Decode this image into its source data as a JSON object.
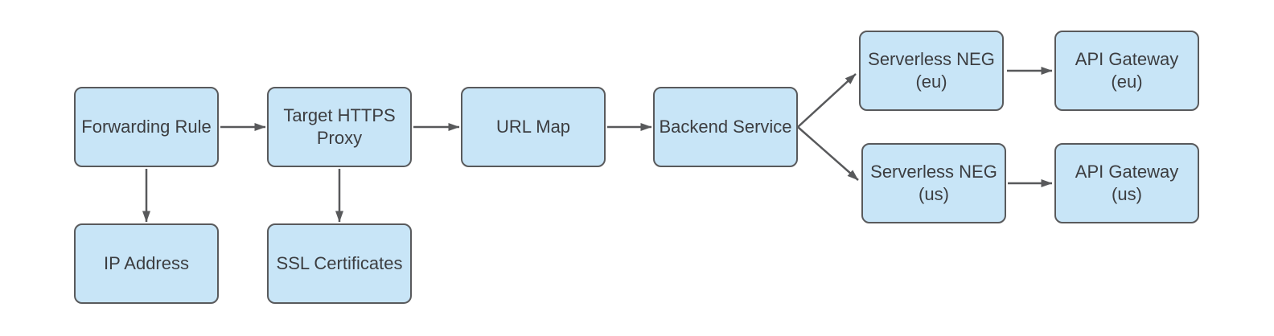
{
  "diagram": {
    "colors": {
      "node_fill": "#C8E5F7",
      "node_border": "#595A5C",
      "arrow": "#58595B",
      "text": "#3C3D40",
      "background": "#FFFFFF"
    },
    "nodes": {
      "forwarding_rule": {
        "label": "Forwarding Rule"
      },
      "target_https_proxy": {
        "label": "Target HTTPS\nProxy"
      },
      "url_map": {
        "label": "URL Map"
      },
      "backend_service": {
        "label": "Backend Service"
      },
      "serverless_neg_eu": {
        "label": "Serverless NEG\n(eu)"
      },
      "api_gateway_eu": {
        "label": "API Gateway\n(eu)"
      },
      "serverless_neg_us": {
        "label": "Serverless NEG\n(us)"
      },
      "api_gateway_us": {
        "label": "API Gateway\n(us)"
      },
      "ip_address": {
        "label": "IP Address"
      },
      "ssl_certificates": {
        "label": "SSL Certificates"
      }
    },
    "edges": [
      {
        "from": "forwarding_rule",
        "to": "target_https_proxy"
      },
      {
        "from": "forwarding_rule",
        "to": "ip_address"
      },
      {
        "from": "target_https_proxy",
        "to": "url_map"
      },
      {
        "from": "target_https_proxy",
        "to": "ssl_certificates"
      },
      {
        "from": "url_map",
        "to": "backend_service"
      },
      {
        "from": "backend_service",
        "to": "serverless_neg_eu"
      },
      {
        "from": "backend_service",
        "to": "serverless_neg_us"
      },
      {
        "from": "serverless_neg_eu",
        "to": "api_gateway_eu"
      },
      {
        "from": "serverless_neg_us",
        "to": "api_gateway_us"
      }
    ]
  }
}
